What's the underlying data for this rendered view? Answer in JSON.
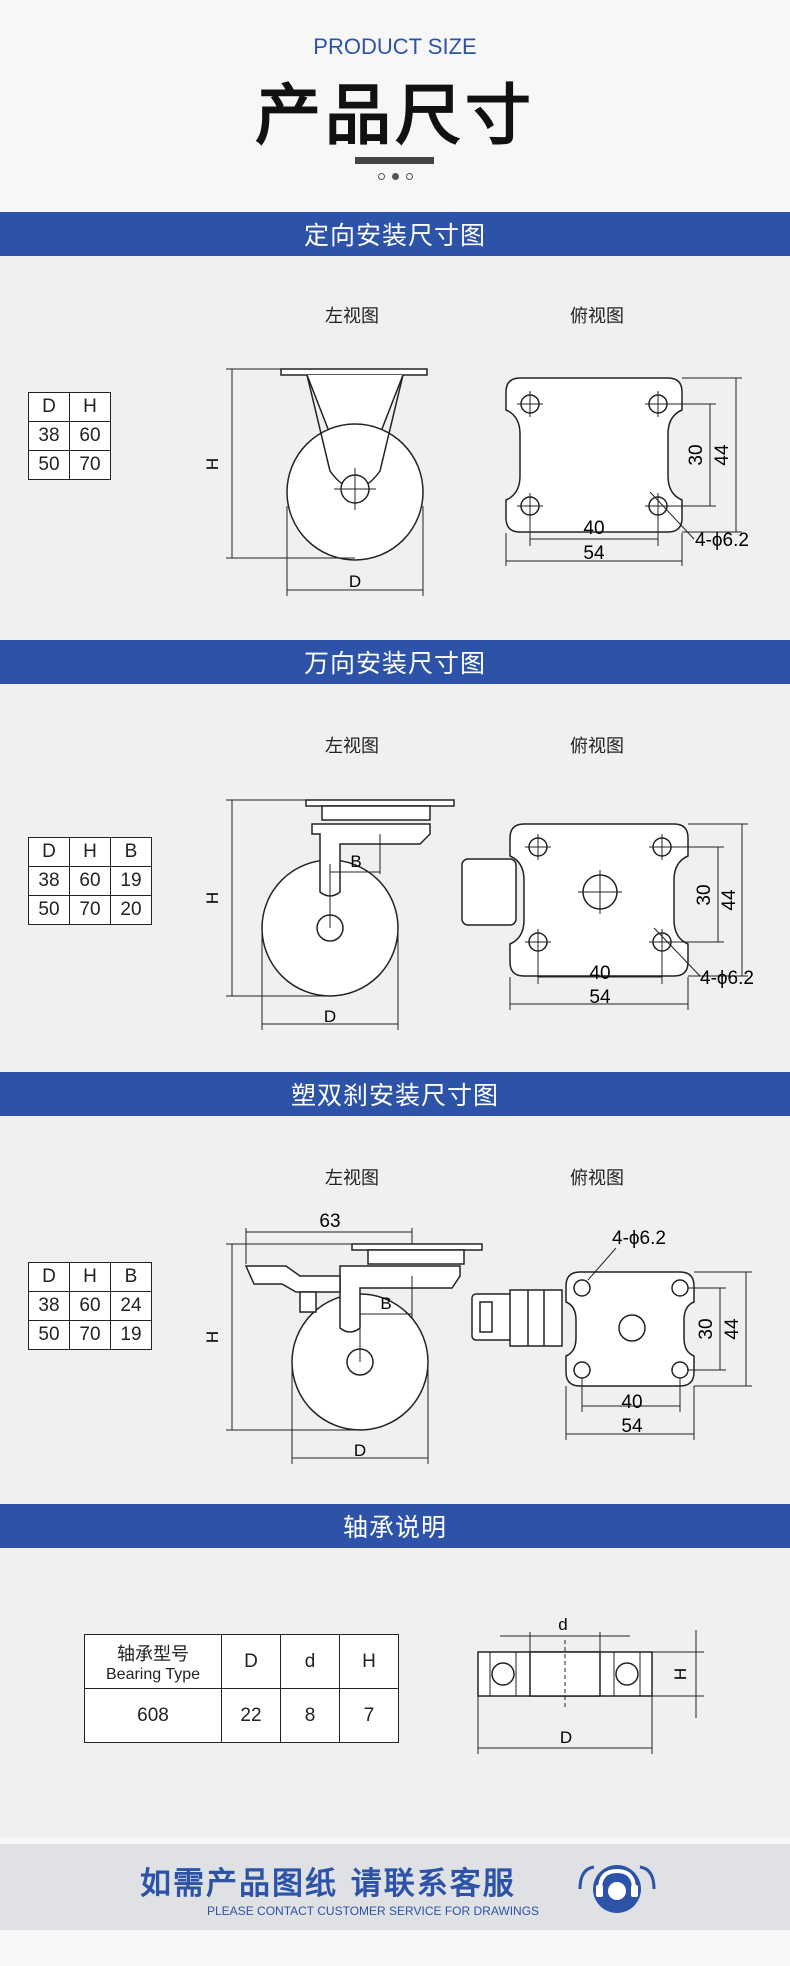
{
  "header": {
    "subtitle_en": "PRODUCT SIZE",
    "title_cn": "产品尺寸"
  },
  "sections": [
    {
      "title": "定向安装尺寸图",
      "left_view": "左视图",
      "top_view": "俯视图",
      "table": {
        "headers": [
          "D",
          "H"
        ],
        "rows": [
          [
            "38",
            "60"
          ],
          [
            "50",
            "70"
          ]
        ]
      },
      "dims": {
        "h": "H",
        "d": "D",
        "w1": "40",
        "w2": "54",
        "v1": "30",
        "v2": "44",
        "hole": "4-ϕ6.2"
      }
    },
    {
      "title": "万向安装尺寸图",
      "left_view": "左视图",
      "top_view": "俯视图",
      "table": {
        "headers": [
          "D",
          "H",
          "B"
        ],
        "rows": [
          [
            "38",
            "60",
            "19"
          ],
          [
            "50",
            "70",
            "20"
          ]
        ]
      },
      "dims": {
        "h": "H",
        "d": "D",
        "b": "B",
        "w1": "40",
        "w2": "54",
        "v1": "30",
        "v2": "44",
        "hole": "4-ϕ6.2"
      }
    },
    {
      "title": "塑双刹安装尺寸图",
      "left_view": "左视图",
      "top_view": "俯视图",
      "table": {
        "headers": [
          "D",
          "H",
          "B"
        ],
        "rows": [
          [
            "38",
            "60",
            "24"
          ],
          [
            "50",
            "70",
            "19"
          ]
        ]
      },
      "dims": {
        "h": "H",
        "d": "D",
        "b": "B",
        "len": "63",
        "w1": "40",
        "w2": "54",
        "v1": "30",
        "v2": "44",
        "hole": "4-ϕ6.2"
      }
    },
    {
      "title": "轴承说明",
      "table": {
        "header_cn": "轴承型号",
        "header_en": "Bearing Type",
        "headers": [
          "D",
          "d",
          "H"
        ],
        "row": [
          "608",
          "22",
          "8",
          "7"
        ]
      },
      "dims": {
        "d_small": "d",
        "d_big": "D",
        "h": "H"
      }
    }
  ],
  "footer": {
    "cn": "如需产品图纸 请联系客服",
    "en": "PLEASE CONTACT CUSTOMER SERVICE FOR DRAWINGS"
  },
  "colors": {
    "band": "#2c53a7",
    "footer_text": "#2c53a7"
  }
}
